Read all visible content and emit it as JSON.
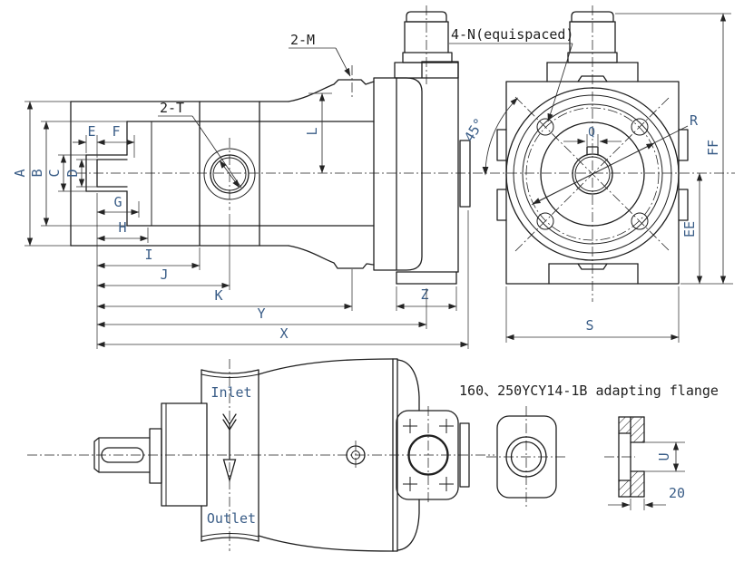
{
  "drawing": {
    "title": "160、250YCY14-1B adapting flange",
    "callouts": {
      "top_port": "2-M",
      "side_port": "2-T",
      "flange_holes": "4-N(equispaced)"
    },
    "ports": {
      "inlet": "Inlet",
      "outlet": "Outlet"
    },
    "dims": {
      "A": "A",
      "B": "B",
      "C": "C",
      "D": "D",
      "E": "E",
      "F": "F",
      "G": "G",
      "H": "H",
      "I": "I",
      "J": "J",
      "K": "K",
      "L": "L",
      "Q": "Q",
      "R": "R",
      "S": "S",
      "U": "U",
      "X": "X",
      "Y": "Y",
      "Z": "Z",
      "EE": "EE",
      "FF": "FF",
      "angle45": "45°",
      "hub": "20"
    },
    "colors": {
      "line": "#1f1f1f",
      "dim_text": "#3a5d87",
      "background": "#ffffff"
    }
  }
}
